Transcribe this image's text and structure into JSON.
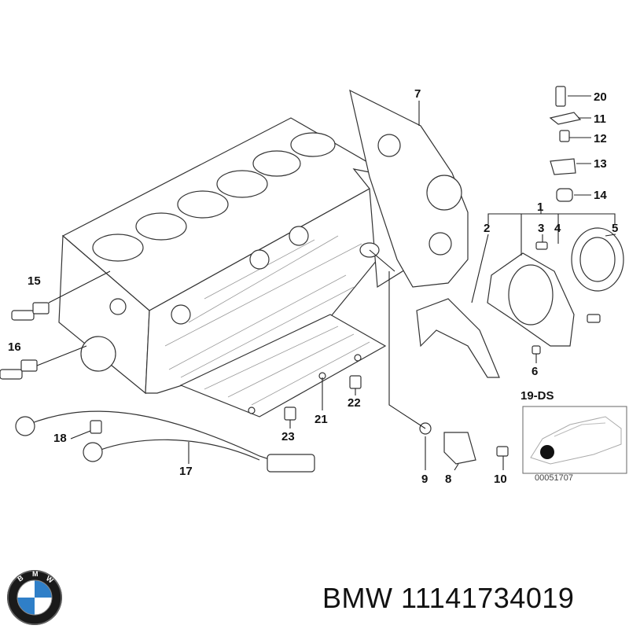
{
  "callouts": {
    "c1": "1",
    "c2": "2",
    "c3": "3",
    "c4": "4",
    "c5": "5",
    "c6": "6",
    "c7": "7",
    "c8": "8",
    "c9": "9",
    "c10": "10",
    "c11": "11",
    "c12": "12",
    "c13": "13",
    "c14": "14",
    "c15": "15",
    "c16": "16",
    "c17": "17",
    "c18": "18",
    "c19": "19-DS",
    "c20": "20",
    "c21": "21",
    "c22": "22",
    "c23": "23"
  },
  "inset_code": "00051707",
  "brand": {
    "name": "BMW",
    "part_number": "11141734019",
    "logo_icon": "bmw-roundel-icon",
    "logo_colors": {
      "blue": "#2f7fc8",
      "white": "#ffffff",
      "ring": "#1a1a1a"
    }
  }
}
